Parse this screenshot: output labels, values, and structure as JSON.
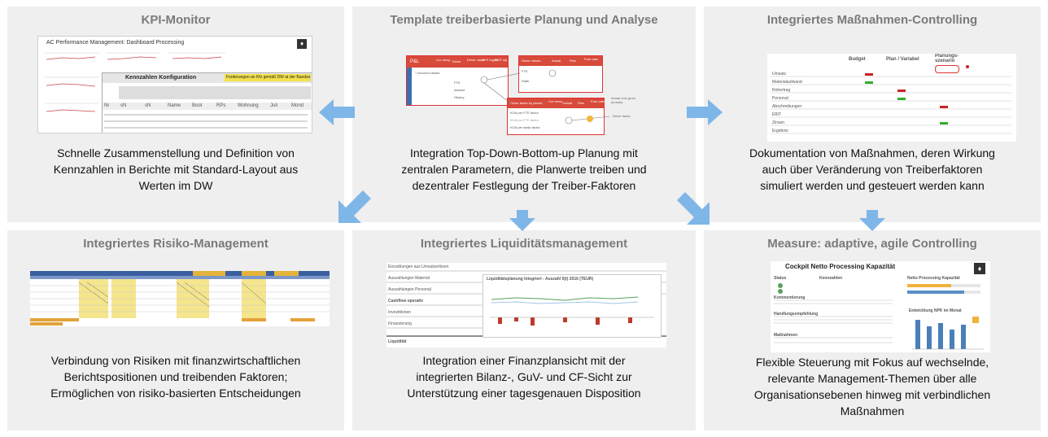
{
  "panels": {
    "kpi": {
      "title": "KPI-Monitor",
      "desc": [
        "Schnelle Zusammenstellung und Definition von",
        "Kennzahlen in Berichte mit Standard-Layout aus",
        "Werten im DW"
      ],
      "thumb": {
        "header": "AC Performance Management: Dashboard Processing",
        "sub_title": "Kennzahlen Konfiguration",
        "badge": "Forderungen an Kfz gemäß DW at der Bandze",
        "cols": [
          "Nr",
          "sN",
          "sN",
          "Name",
          "Boot",
          "RPs",
          "Wohnung",
          "Juli",
          "Mond"
        ]
      }
    },
    "template": {
      "title": "Template treiberbasierte Planung und Analyse",
      "desc": [
        "Integration Top-Down-Bottom-up Planung mit",
        "zentralen Parametern, die Planwerte treiben und",
        "dezentraler Festlegung der Treiber-Faktoren"
      ],
      "thumb": {
        "left_head": [
          "P&L",
          "Cur rency",
          "Driver",
          "Driver value",
          "GKP ing/bh",
          "GKP adj"
        ],
        "left_rows": [
          "+ Account values",
          "FTE",
          "Absolut",
          "History"
        ],
        "right_head": [
          "Driver values",
          "Actual",
          "Plan",
          "Fore cast"
        ],
        "right_rows": [
          "FTE",
          "Stath"
        ],
        "bottom_head": [
          "Driver factor by period",
          "Cur rency",
          "Actual",
          "Plan",
          "Fore cast"
        ],
        "bottom_rows": [
          "KOA per FTE factor",
          "KOA per FTE factor",
          "KOA per static factor"
        ],
        "flow_labels": [
          "Actual cost (prior periods)",
          "Driver factor"
        ]
      }
    },
    "massnahmen": {
      "title": "Integriertes Maßnahmen-Controlling",
      "desc": [
        "Dokumentation von Maßnahmen, deren Wirkung",
        "auch über Veränderung von Treiberfaktoren",
        "simuliert werden und gesteuert werden kann"
      ],
      "thumb": {
        "cols": [
          "Budget",
          "Plan / Variabel",
          "Planungs-szenario"
        ],
        "rows": [
          "Umsatz",
          "Materialaufwand",
          "Rohertrag",
          "Personal",
          "Abschreibungen",
          "EBIT",
          "Zinsen",
          "Ergebnis"
        ]
      }
    },
    "risiko": {
      "title": "Integriertes Risiko-Management",
      "desc": [
        "Verbindung von Risiken mit finanzwirtschaftlichen",
        "Berichtspositionen und treibenden Faktoren;",
        "Ermöglichen von risiko-basierten Entscheidungen"
      ]
    },
    "liquiditaet": {
      "title": "Integriertes Liquiditätsmanagement",
      "desc": [
        "Integration einer Finanzplansicht mit der",
        "integrierten Bilanz-, GuV- und CF-Sicht zur",
        "Unterstützung einer tagesgenauen Disposition"
      ],
      "thumb": {
        "chart_title": "Liquiditätsplanung Integriert - Auszahl 0(t) 2016 (TEUR)",
        "rows": [
          "Einzahlungen aus Umsatzerlösen",
          "Auszahlungen Material",
          "Auszahlungen Personal",
          "Cashflow operativ",
          "Investitionen",
          "Finanzierung",
          "Liquidität"
        ]
      }
    },
    "measure": {
      "title": "Measure: adaptive, agile Controlling",
      "desc": [
        "Flexible Steuerung mit Fokus auf wechselnde,",
        "relevante Management-Themen über alle",
        "Organisationsebenen hinweg mit verbindlichen",
        "Maßnahmen"
      ],
      "thumb": {
        "title": "Cockpit Netto Processing Kapazität",
        "status_label": "Status",
        "kennzahl_label": "Kennzahlen",
        "chart1_title": "Netto Processing Kapazität",
        "chart2_title": "Entwicklung NPK im Monat",
        "section_labels": [
          "Kommentierung",
          "Handlungsempfehlung",
          "Maßnahmen"
        ]
      }
    }
  },
  "colors": {
    "panel_bg": "#efefef",
    "title": "#7a7a7a",
    "arrow": "#7fb6e8",
    "accent_yellow": "#f2e14a",
    "accent_red": "#c0392b",
    "accent_green": "#5aa05a"
  }
}
